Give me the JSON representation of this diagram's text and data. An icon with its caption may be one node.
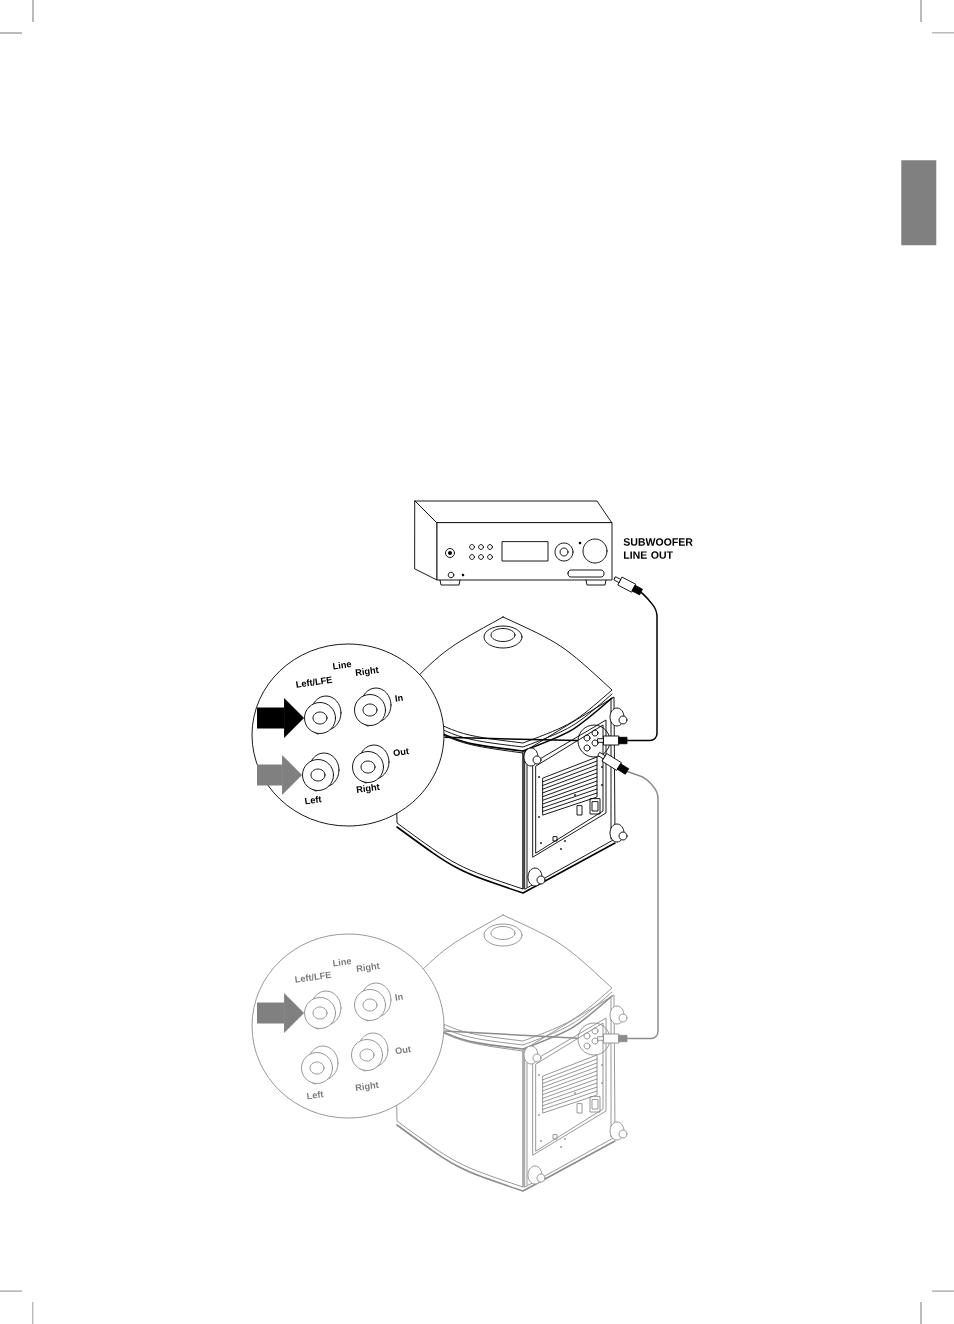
{
  "diagram": {
    "nodes": [
      {
        "text": [],
        "shape": "box"
      },
      {
        "text": [],
        "shape": "picture",
        "beside": [
          "SUBWOOFER LINE OUT"
        ]
      },
      {
        "text": [],
        "shape": "picture"
      },
      {
        "text": [],
        "shape": "circle",
        "in": 2
      },
      {
        "text": [
          "Line",
          "In",
          "Out"
        ]
      },
      {
        "text": [],
        "shape": "circle",
        "in": 4,
        "beside": [
          "Left/LFE"
        ]
      },
      {
        "text": [],
        "shape": "circle",
        "in": 4,
        "beside": [
          "Right"
        ]
      },
      {
        "text": [],
        "shape": "circle",
        "in": 4,
        "beside": [
          "Left"
        ]
      },
      {
        "text": [],
        "shape": "circle",
        "in": 4,
        "beside": [
          "Right"
        ]
      },
      {
        "text": [],
        "shape": "picture"
      },
      {
        "text": [],
        "shape": "circle",
        "in": 9
      },
      {
        "text": [
          "Line",
          "In",
          "Out"
        ]
      },
      {
        "text": [],
        "shape": "circle",
        "in": 11,
        "beside": [
          "Left/LFE"
        ]
      },
      {
        "text": [],
        "shape": "circle",
        "in": 11,
        "beside": [
          "Right"
        ]
      },
      {
        "text": [],
        "shape": "circle",
        "in": 11,
        "beside": [
          "Left"
        ]
      },
      {
        "text": [],
        "shape": "circle",
        "in": 11,
        "beside": [
          "Right"
        ]
      }
    ],
    "edges": [
      {
        "from": 1,
        "to": 2,
        "arrow": "other"
      },
      {
        "from": 2,
        "to": 9,
        "arrow": "other",
        "color": "#8c8c8c"
      },
      {
        "from": 4,
        "to": 3,
        "arrow": "none"
      },
      {
        "from": 11,
        "to": 10,
        "arrow": "none",
        "color": "#8c8c8c"
      },
      {
        "from": null,
        "to": 5,
        "arrow": "to",
        "style": "thick"
      },
      {
        "from": null,
        "to": 7,
        "arrow": "to",
        "style": "thick",
        "color": "#808080"
      },
      {
        "from": null,
        "to": 12,
        "arrow": "to",
        "style": "thick",
        "color": "#808080"
      }
    ]
  }
}
